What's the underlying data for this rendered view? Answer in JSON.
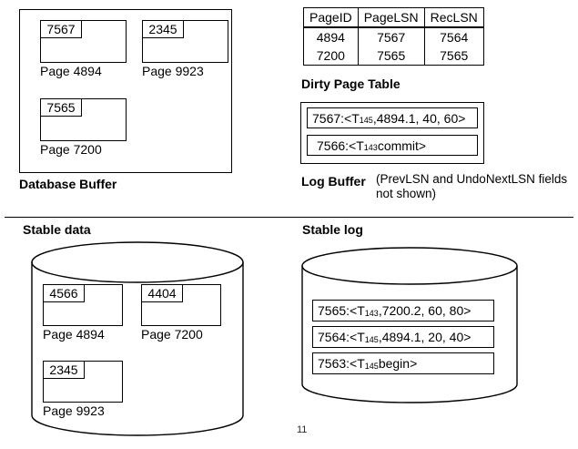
{
  "slide": {
    "number": "11"
  },
  "database_buffer": {
    "label": "Database Buffer",
    "pages": [
      {
        "lsn": "7567",
        "caption": "Page 4894"
      },
      {
        "lsn": "2345",
        "caption": "Page 9923"
      },
      {
        "lsn": "7565",
        "caption": "Page 7200"
      }
    ]
  },
  "dirty_page_table": {
    "label": "Dirty Page Table",
    "columns": [
      "PageID",
      "PageLSN",
      "RecLSN"
    ],
    "rows": [
      [
        "4894",
        "7567",
        "7564"
      ],
      [
        "7200",
        "7565",
        "7565"
      ]
    ]
  },
  "log_buffer": {
    "label": "Log Buffer",
    "note": "(PrevLSN and UndoNextLSN fields not shown)",
    "entries": [
      {
        "lsn": "7567:",
        "pre": " <T",
        "sub": "145",
        "post": ",4894.1, 40, 60>"
      },
      {
        "lsn": "7566:",
        "pre": " <T",
        "sub": "143",
        "post": " commit>"
      }
    ]
  },
  "stable_data": {
    "label": "Stable data",
    "pages": [
      {
        "lsn": "4566",
        "caption": "Page 4894"
      },
      {
        "lsn": "4404",
        "caption": "Page 7200"
      },
      {
        "lsn": "2345",
        "caption": "Page 9923"
      }
    ]
  },
  "stable_log": {
    "label": "Stable log",
    "entries": [
      {
        "lsn": "7565:",
        "pre": " <T",
        "sub": "143",
        "post": ",7200.2, 60, 80>"
      },
      {
        "lsn": "7564:",
        "pre": " <T",
        "sub": "145",
        "post": ",4894.1, 20, 40>"
      },
      {
        "lsn": "7563:",
        "pre": " <T",
        "sub": "145",
        "post": " begin>"
      }
    ]
  },
  "colors": {
    "stroke": "#000000",
    "background": "#ffffff"
  }
}
